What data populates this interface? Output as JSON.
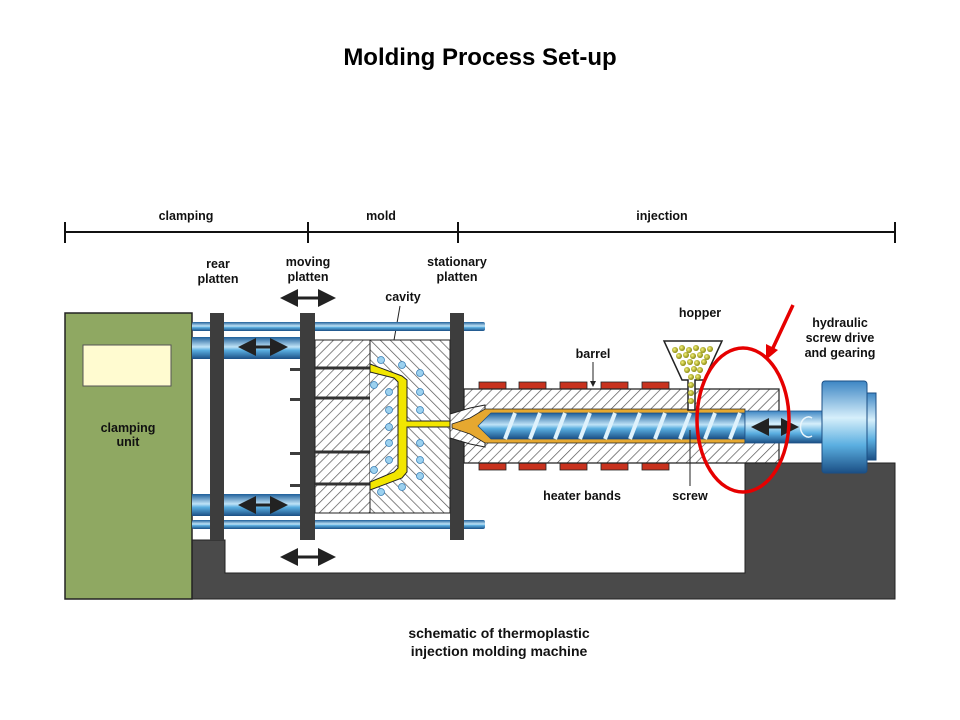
{
  "slide": {
    "title": "Molding Process Set-up",
    "caption": [
      "schematic of thermoplastic",
      "injection molding  machine"
    ]
  },
  "sections": {
    "clamping": "clamping",
    "mold": "mold",
    "injection": "injection"
  },
  "labels": {
    "rear_platten": [
      "rear",
      "platten"
    ],
    "moving_platten": [
      "moving",
      "platten"
    ],
    "stationary_platten": [
      "stationary",
      "platten"
    ],
    "cavity": "cavity",
    "hopper": "hopper",
    "barrel": "barrel",
    "hydraulic": [
      "hydraulic",
      "screw drive",
      "and gearing"
    ],
    "clamping_unit": [
      "clamping",
      "unit"
    ],
    "heater_bands": "heater bands",
    "screw": "screw"
  },
  "colors": {
    "clamping_unit": "#8fa862",
    "panel": "#fffbd0",
    "frame": "#4a4a4a",
    "platen": "#3d3d3d",
    "tie_bar": "#3a8cc8",
    "heater": "#c8321e",
    "plastic": "#f2e600",
    "highlight": "#e60000"
  }
}
